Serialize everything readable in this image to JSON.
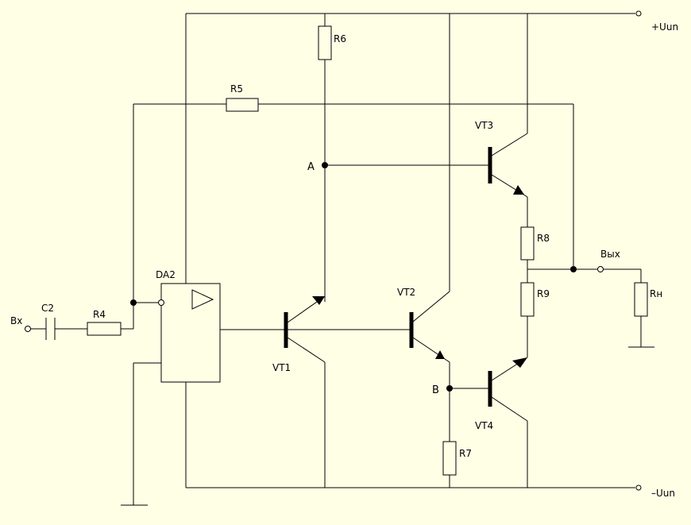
{
  "labels": {
    "vcc": "+Uun",
    "vee": "–Uun",
    "input": "Bx",
    "output": "Bых",
    "node_a": "A",
    "node_b": "B",
    "c2": "C2",
    "r4": "R4",
    "r5": "R5",
    "r6": "R6",
    "r7": "R7",
    "r8": "R8",
    "r9": "R9",
    "rload": "Rн",
    "da2": "DA2",
    "vt1": "VT1",
    "vt2": "VT2",
    "vt3": "VT3",
    "vt4": "VT4"
  },
  "colors": {
    "background": "#ffffe6",
    "stroke": "#000000"
  }
}
